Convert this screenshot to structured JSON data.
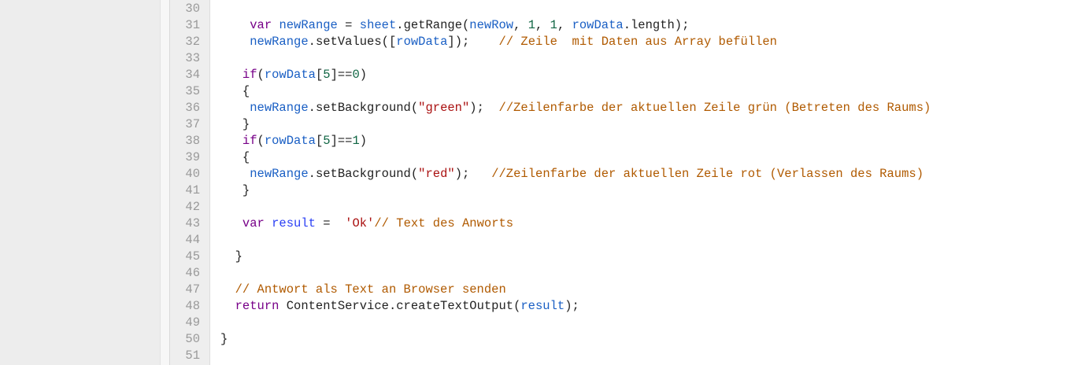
{
  "editor": {
    "lines": [
      {
        "n": "30",
        "tokens": []
      },
      {
        "n": "31",
        "tokens": [
          [
            "p",
            "    "
          ],
          [
            "kw",
            "var"
          ],
          [
            "p",
            " "
          ],
          [
            "var",
            "newRange"
          ],
          [
            "p",
            " = "
          ],
          [
            "var",
            "sheet"
          ],
          [
            "p",
            ".getRange("
          ],
          [
            "var",
            "newRow"
          ],
          [
            "p",
            ", "
          ],
          [
            "num",
            "1"
          ],
          [
            "p",
            ", "
          ],
          [
            "num",
            "1"
          ],
          [
            "p",
            ", "
          ],
          [
            "var",
            "rowData"
          ],
          [
            "p",
            ".length);"
          ]
        ]
      },
      {
        "n": "32",
        "tokens": [
          [
            "p",
            "    "
          ],
          [
            "var",
            "newRange"
          ],
          [
            "p",
            ".setValues(["
          ],
          [
            "var",
            "rowData"
          ],
          [
            "p",
            "]);    "
          ],
          [
            "com",
            "// Zeile  mit Daten aus Array befüllen"
          ]
        ]
      },
      {
        "n": "33",
        "tokens": []
      },
      {
        "n": "34",
        "tokens": [
          [
            "p",
            "   "
          ],
          [
            "kw",
            "if"
          ],
          [
            "p",
            "("
          ],
          [
            "var",
            "rowData"
          ],
          [
            "p",
            "["
          ],
          [
            "num",
            "5"
          ],
          [
            "p",
            "]=="
          ],
          [
            "num",
            "0"
          ],
          [
            "p",
            ")"
          ]
        ]
      },
      {
        "n": "35",
        "tokens": [
          [
            "p",
            "   {"
          ]
        ]
      },
      {
        "n": "36",
        "tokens": [
          [
            "p",
            "    "
          ],
          [
            "var",
            "newRange"
          ],
          [
            "p",
            ".setBackground("
          ],
          [
            "str",
            "\"green\""
          ],
          [
            "p",
            ");  "
          ],
          [
            "com",
            "//Zeilenfarbe der aktuellen Zeile grün (Betreten des Raums)"
          ]
        ]
      },
      {
        "n": "37",
        "tokens": [
          [
            "p",
            "   }"
          ]
        ]
      },
      {
        "n": "38",
        "tokens": [
          [
            "p",
            "   "
          ],
          [
            "kw",
            "if"
          ],
          [
            "p",
            "("
          ],
          [
            "var",
            "rowData"
          ],
          [
            "p",
            "["
          ],
          [
            "num",
            "5"
          ],
          [
            "p",
            "]=="
          ],
          [
            "num",
            "1"
          ],
          [
            "p",
            ")"
          ]
        ]
      },
      {
        "n": "39",
        "tokens": [
          [
            "p",
            "   {"
          ]
        ]
      },
      {
        "n": "40",
        "tokens": [
          [
            "p",
            "    "
          ],
          [
            "var",
            "newRange"
          ],
          [
            "p",
            ".setBackground("
          ],
          [
            "str",
            "\"red\""
          ],
          [
            "p",
            ");   "
          ],
          [
            "com",
            "//Zeilenfarbe der aktuellen Zeile rot (Verlassen des Raums)"
          ]
        ]
      },
      {
        "n": "41",
        "tokens": [
          [
            "p",
            "   }"
          ]
        ]
      },
      {
        "n": "42",
        "tokens": []
      },
      {
        "n": "43",
        "tokens": [
          [
            "p",
            "   "
          ],
          [
            "kw",
            "var"
          ],
          [
            "p",
            " "
          ],
          [
            "def",
            "result"
          ],
          [
            "p",
            " =  "
          ],
          [
            "str",
            "'Ok'"
          ],
          [
            "com",
            "// Text des Anworts"
          ]
        ]
      },
      {
        "n": "44",
        "tokens": []
      },
      {
        "n": "45",
        "tokens": [
          [
            "p",
            "  }"
          ]
        ]
      },
      {
        "n": "46",
        "tokens": []
      },
      {
        "n": "47",
        "tokens": [
          [
            "p",
            "  "
          ],
          [
            "com",
            "// Antwort als Text an Browser senden"
          ]
        ]
      },
      {
        "n": "48",
        "tokens": [
          [
            "p",
            "  "
          ],
          [
            "kw",
            "return"
          ],
          [
            "p",
            " ContentService.createTextOutput("
          ],
          [
            "var",
            "result"
          ],
          [
            "p",
            ");"
          ]
        ]
      },
      {
        "n": "49",
        "tokens": []
      },
      {
        "n": "50",
        "tokens": [
          [
            "p",
            "}"
          ]
        ]
      },
      {
        "n": "51",
        "tokens": []
      }
    ]
  }
}
